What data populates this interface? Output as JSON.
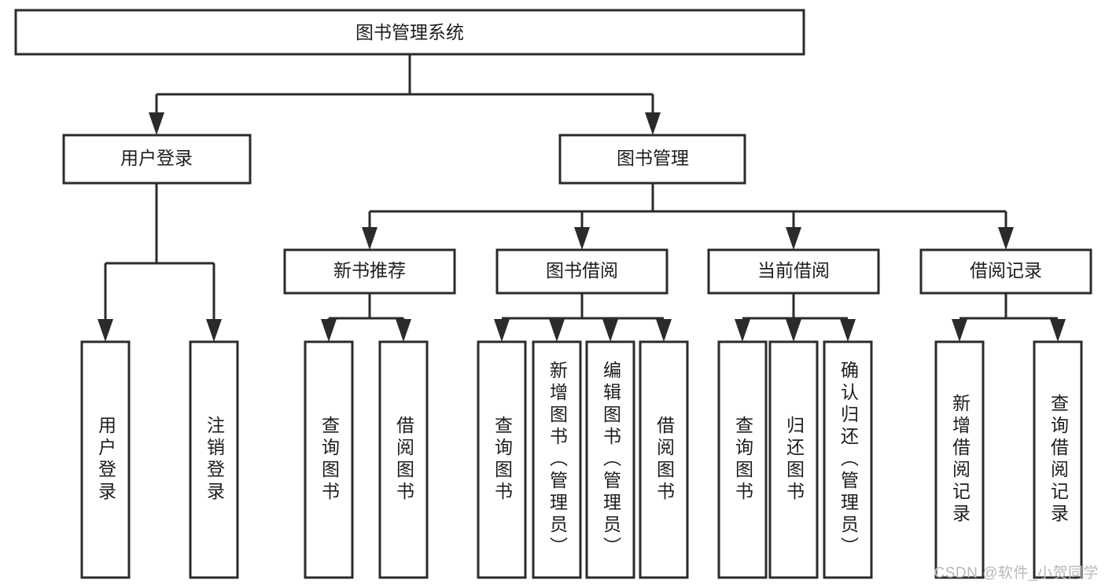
{
  "diagram": {
    "title": "图书管理系统",
    "type": "tree",
    "orientation": "top-down",
    "colors": {
      "box_fill": "#ffffff",
      "box_stroke": "#2b2b2b",
      "text": "#1d1d1d",
      "background": "#ffffff",
      "watermark": "#b9b9b9"
    },
    "root": {
      "label": "图书管理系统"
    },
    "level2": [
      {
        "label": "用户登录"
      },
      {
        "label": "图书管理"
      }
    ],
    "level3": [
      {
        "label": "新书推荐"
      },
      {
        "label": "图书借阅"
      },
      {
        "label": "当前借阅"
      },
      {
        "label": "借阅记录"
      }
    ],
    "leaves": {
      "user_login": [
        {
          "label": "用户登录"
        },
        {
          "label": "注销登录"
        }
      ],
      "new_book_recommend": [
        {
          "label": "查询图书"
        },
        {
          "label": "借阅图书"
        }
      ],
      "book_borrow": [
        {
          "label": "查询图书"
        },
        {
          "label": "新增图书（管理员）"
        },
        {
          "label": "编辑图书（管理员）"
        },
        {
          "label": "借阅图书"
        }
      ],
      "current_borrow": [
        {
          "label": "查询图书"
        },
        {
          "label": "归还图书"
        },
        {
          "label": "确认归还（管理员）"
        }
      ],
      "borrow_records": [
        {
          "label": "新增借阅记录"
        },
        {
          "label": "查询借阅记录"
        }
      ]
    }
  },
  "watermark": {
    "text": "CSDN @软件_小贺同学"
  }
}
